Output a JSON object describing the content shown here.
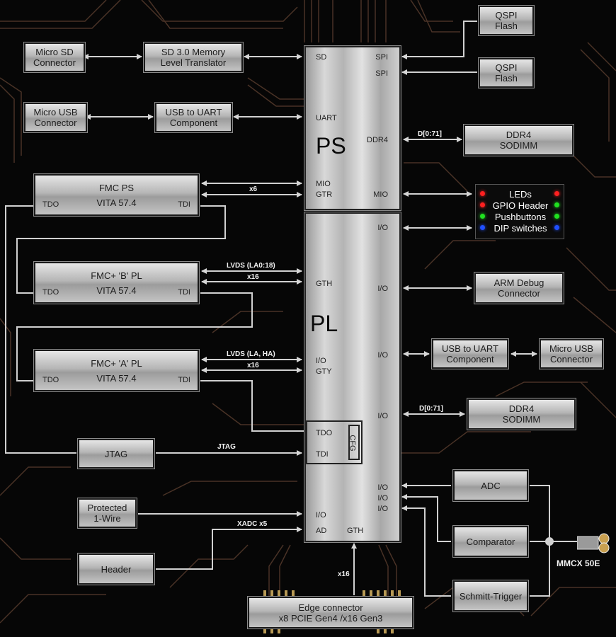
{
  "blocks": {
    "micro_sd": [
      "Micro SD",
      "Connector"
    ],
    "sd_translator": [
      "SD 3.0 Memory",
      "Level Translator"
    ],
    "micro_usb_left": [
      "Micro USB",
      "Connector"
    ],
    "usb_uart_left": [
      "USB to UART",
      "Component"
    ],
    "fmc_ps": {
      "title": "FMC PS",
      "std": "VITA 57.4",
      "tdo": "TDO",
      "tdi": "TDI"
    },
    "fmc_b": {
      "title": "FMC+ 'B' PL",
      "std": "VITA 57.4",
      "tdo": "TDO",
      "tdi": "TDI"
    },
    "fmc_a": {
      "title": "FMC+ 'A' PL",
      "std": "VITA 57.4",
      "tdo": "TDO",
      "tdi": "TDI"
    },
    "jtag": "JTAG",
    "onewire": [
      "Protected",
      "1-Wire"
    ],
    "header": "Header",
    "qspi1": [
      "QSPI",
      "Flash"
    ],
    "qspi2": [
      "QSPI",
      "Flash"
    ],
    "ddr4_ps": [
      "DDR4",
      "SODIMM"
    ],
    "ddr4_pl": [
      "DDR4",
      "SODIMM"
    ],
    "arm_debug": [
      "ARM Debug",
      "Connector"
    ],
    "usb_uart_right": [
      "USB to UART",
      "Component"
    ],
    "micro_usb_right": [
      "Micro USB",
      "Connector"
    ],
    "adc": "ADC",
    "comparator": "Comparator",
    "schmitt": "Schmitt-Trigger",
    "edge": [
      "Edge connector",
      "x8 PCIE Gen4 /x16 Gen3"
    ],
    "mmcx": "MMCX 50E",
    "leds": [
      "LEDs",
      "GPIO Header",
      "Pushbuttons",
      "DIP switches"
    ]
  },
  "chip": {
    "ps_label": "PS",
    "pl_label": "PL",
    "pins": {
      "sd": "SD",
      "uart": "UART",
      "mio1": "MIO",
      "gtr": "GTR",
      "spi1": "SPI",
      "spi2": "SPI",
      "ddr4": "DDR4",
      "mio2": "MIO",
      "io_top": "I/O",
      "gth_left": "GTH",
      "io_arm": "I/O",
      "io_fmca": "I/O",
      "gty": "GTY",
      "io_usb": "I/O",
      "io_ddr": "I/O",
      "tdo": "TDO",
      "tdi": "TDI",
      "cfg": "CFG",
      "io_adc1": "I/O",
      "io_adc2": "I/O",
      "io_adc3": "I/O",
      "io_1wire": "I/O",
      "ad": "AD",
      "gth_bottom": "GTH"
    }
  },
  "bus_labels": {
    "x6": "x6",
    "lvds_b": "LVDS (LA0:18)",
    "x16_b": "x16",
    "lvds_a": "LVDS (LA, HA)",
    "x16_a": "x16",
    "jtag": "JTAG",
    "xadc": "XADC x5",
    "x16_edge": "x16",
    "d_ps": "D[0:71]",
    "d_pl": "D[0:71]"
  },
  "colors": {
    "background": "#060606",
    "trace": "#6b4a38",
    "connector": "#d0d0d0",
    "led_red": "#ff2020",
    "led_green": "#20e020",
    "led_blue": "#2050ff"
  }
}
